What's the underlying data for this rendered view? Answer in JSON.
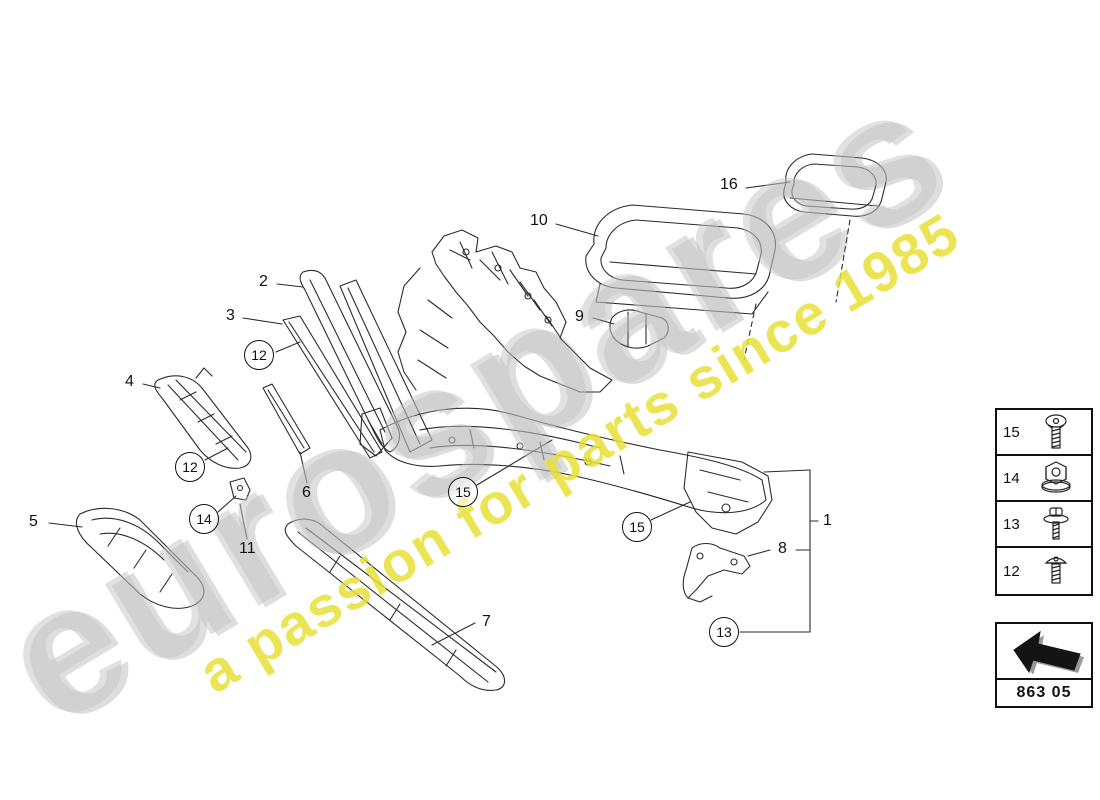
{
  "watermark": {
    "brand": "eurospares",
    "tagline": "a passion for parts since 1985",
    "brand_color": "#c3c3c3",
    "tagline_color": "#e8e037"
  },
  "callouts": {
    "n1": "1",
    "n2": "2",
    "n3": "3",
    "n4": "4",
    "n5": "5",
    "n6": "6",
    "n7": "7",
    "n8": "8",
    "n9": "9",
    "n10": "10",
    "n11": "11",
    "n12": "12",
    "n13": "13",
    "n14": "14",
    "n15": "15",
    "n16": "16"
  },
  "hardware_panel": {
    "items": [
      {
        "number": "15",
        "icon": "torx-screw-icon"
      },
      {
        "number": "14",
        "icon": "flange-nut-icon"
      },
      {
        "number": "13",
        "icon": "washer-screw-icon"
      },
      {
        "number": "12",
        "icon": "pan-screw-icon"
      }
    ]
  },
  "footer": {
    "code": "863 05",
    "arrow_icon": "back-arrow-icon"
  }
}
